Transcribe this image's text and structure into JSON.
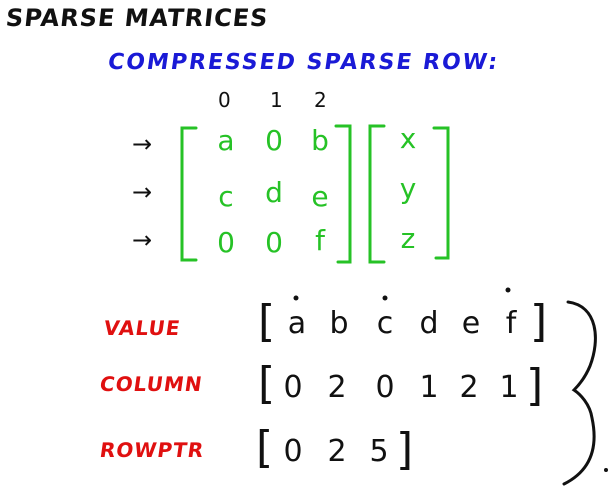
{
  "title": "SPARSE MATRICES",
  "subtitle": "COMPRESSED SPARSE ROW:",
  "matrix": {
    "col_indices": [
      "0",
      "1",
      "2"
    ],
    "rows": [
      [
        "a",
        "0",
        "b"
      ],
      [
        "c",
        "d",
        "e"
      ],
      [
        "0",
        "0",
        "f"
      ]
    ],
    "row_arrow": "→"
  },
  "vector": [
    "x",
    "y",
    "z"
  ],
  "arrays": [
    {
      "label": "VALUE",
      "values": [
        "a",
        "b",
        "c",
        "d",
        "e",
        "f"
      ]
    },
    {
      "label": "COLUMN",
      "values": [
        "0",
        "2",
        "0",
        "1",
        "2",
        "1"
      ]
    },
    {
      "label": "ROWPTR",
      "values": [
        "0",
        "2",
        "5"
      ]
    }
  ],
  "colors": {
    "title": "#111111",
    "subtitle": "#1a1ad6",
    "matrix": "#26c226",
    "labels": "#e01010",
    "ink": "#111111"
  }
}
